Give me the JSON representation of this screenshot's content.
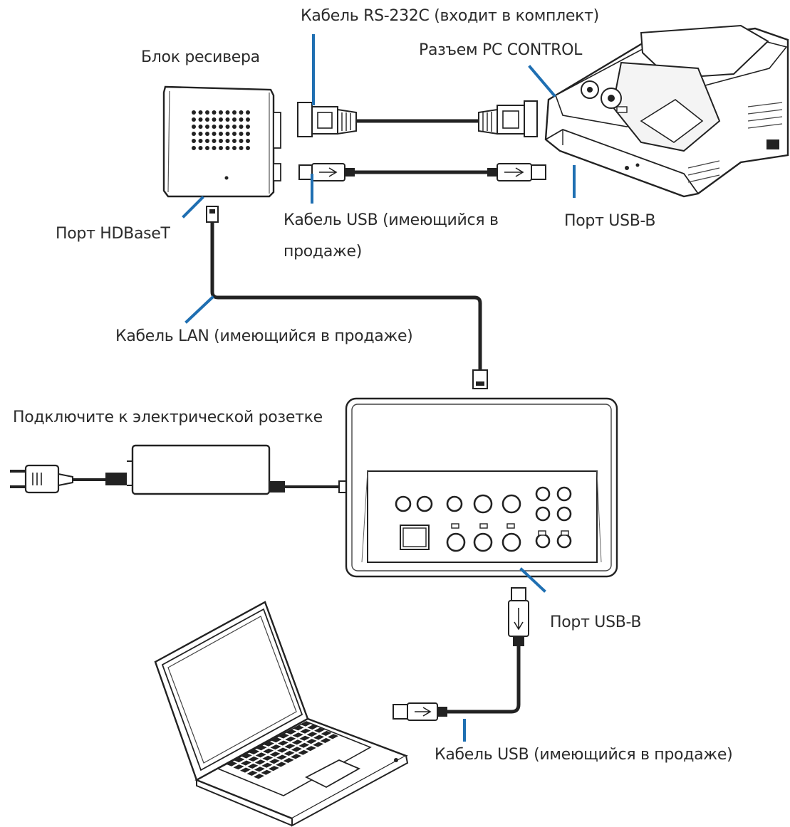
{
  "labels": {
    "rs232_cable": "Кабель RS-232C (входит в комплект)",
    "receiver_unit": "Блок ресивера",
    "pc_control_connector": "Разъем PC CONTROL",
    "hdbaset_port": "Порт HDBaseT",
    "usb_cable_top": "Кабель  USB  (имеющийся  в продаже)",
    "usb_b_port_projector": "Порт USB-B",
    "lan_cable": "Кабель LAN (имеющийся в продаже)",
    "connect_to_outlet": "Подключите к электрической розетке",
    "usb_b_port_box": "Порт USB-B",
    "usb_cable_bottom": "Кабель USB (имеющийся в продаже)"
  },
  "colors": {
    "leader": "#1f6fb2",
    "outline": "#222222",
    "text": "#2b2b2b"
  },
  "icons": [
    "receiver-unit-icon",
    "projector-icon",
    "rs232-connector-icon",
    "usb-plug-icon",
    "rj45-plug-icon",
    "power-adapter-icon",
    "power-plug-icon",
    "switch-box-icon",
    "laptop-icon"
  ]
}
